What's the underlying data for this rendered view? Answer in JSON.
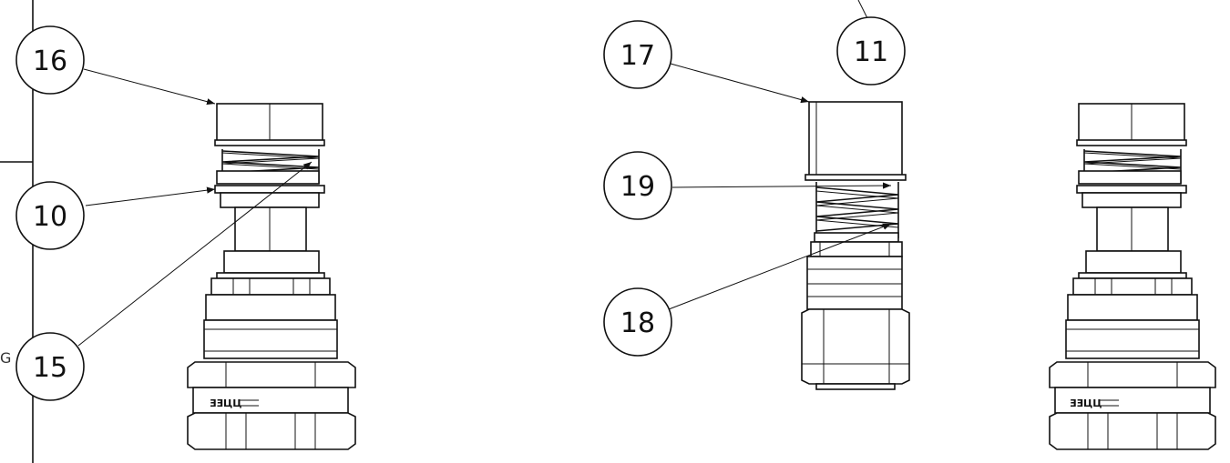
{
  "balloons": [
    {
      "id": "16",
      "label": "16"
    },
    {
      "id": "10",
      "label": "10"
    },
    {
      "id": "15",
      "label": "15"
    },
    {
      "id": "17",
      "label": "17"
    },
    {
      "id": "11",
      "label": "11"
    },
    {
      "id": "19",
      "label": "19"
    },
    {
      "id": "18",
      "label": "18"
    }
  ],
  "edge_glyph": "G",
  "logo_text": "ƎƎЦЦ"
}
